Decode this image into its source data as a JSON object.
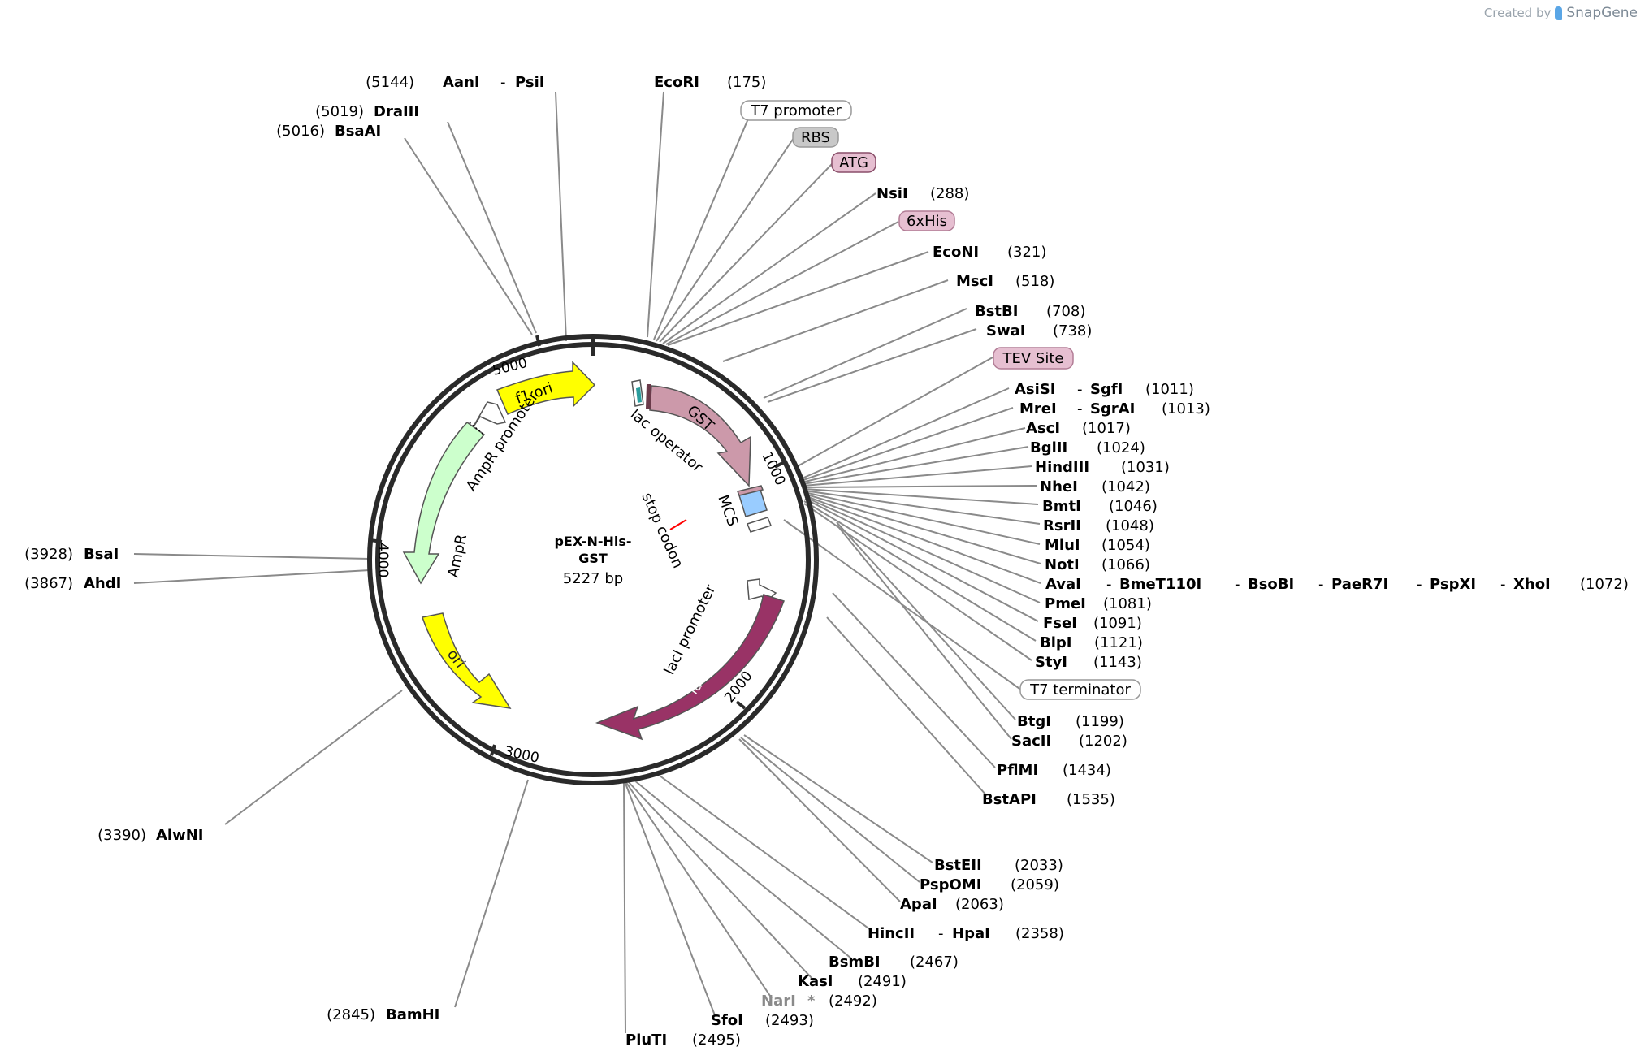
{
  "credit": {
    "prefix": "Created by",
    "brand": "SnapGene"
  },
  "plasmid": {
    "name_line1": "pEX-N-His-",
    "name_line2": "GST",
    "size": "5227 bp"
  },
  "ticks": [
    "1000",
    "2000",
    "3000",
    "4000",
    "5000"
  ],
  "features": {
    "f1ori": "f1 ori",
    "ampr_promoter": "AmpR promoter",
    "ampr": "AmpR",
    "ori": "ori",
    "lac_operator": "lac operator",
    "gst": "GST",
    "mcs": "MCS",
    "stop_codon": "stop codon",
    "laci_promoter": "lacI promoter",
    "laci": "lacI"
  },
  "boxed_labels": {
    "t7_promoter": "T7 promoter",
    "rbs": "RBS",
    "atg": "ATG",
    "his6": "6xHis",
    "tev": "TEV Site",
    "t7_terminator": "T7 terminator"
  },
  "sites": {
    "aani": {
      "pos": "(5144)",
      "name": "AanI",
      "sep": "-",
      "name2": "PsiI"
    },
    "draiii": {
      "pos": "(5019)",
      "name": "DraIII"
    },
    "bsaai": {
      "pos": "(5016)",
      "name": "BsaAI"
    },
    "ecori": {
      "name": "EcoRI",
      "pos": "(175)"
    },
    "nsii": {
      "name": "NsiI",
      "pos": "(288)"
    },
    "econi": {
      "name": "EcoNI",
      "pos": "(321)"
    },
    "msci": {
      "name": "MscI",
      "pos": "(518)"
    },
    "bstbi": {
      "name": "BstBI",
      "pos": "(708)"
    },
    "swai": {
      "name": "SwaI",
      "pos": "(738)"
    },
    "asisi": {
      "name": "AsiSI",
      "sep": "-",
      "name2": "SgfI",
      "pos": "(1011)"
    },
    "mrei": {
      "name": "MreI",
      "sep": "-",
      "name2": "SgrAI",
      "pos": "(1013)"
    },
    "asci": {
      "name": "AscI",
      "pos": "(1017)"
    },
    "bglii": {
      "name": "BglII",
      "pos": "(1024)"
    },
    "hindiii": {
      "name": "HindIII",
      "pos": "(1031)"
    },
    "nhei": {
      "name": "NheI",
      "pos": "(1042)"
    },
    "bmti": {
      "name": "BmtI",
      "pos": "(1046)"
    },
    "rsrii": {
      "name": "RsrII",
      "pos": "(1048)"
    },
    "mlui": {
      "name": "MluI",
      "pos": "(1054)"
    },
    "noti": {
      "name": "NotI",
      "pos": "(1066)"
    },
    "avai": {
      "name": "AvaI",
      "n2": "BmeT110I",
      "n3": "BsoBI",
      "n4": "PaeR7I",
      "n5": "PspXI",
      "n6": "XhoI",
      "sep": "-",
      "pos": "(1072)"
    },
    "pmei": {
      "name": "PmeI",
      "pos": "(1081)"
    },
    "fsei": {
      "name": "FseI",
      "pos": "(1091)"
    },
    "blpi": {
      "name": "BlpI",
      "pos": "(1121)"
    },
    "styi": {
      "name": "StyI",
      "pos": "(1143)"
    },
    "btgi": {
      "name": "BtgI",
      "pos": "(1199)"
    },
    "sacii": {
      "name": "SacII",
      "pos": "(1202)"
    },
    "pflmi": {
      "name": "PflMI",
      "pos": "(1434)"
    },
    "bstapi": {
      "name": "BstAPI",
      "pos": "(1535)"
    },
    "bsteii": {
      "name": "BstEII",
      "pos": "(2033)"
    },
    "pspomi": {
      "name": "PspOMI",
      "pos": "(2059)"
    },
    "apai": {
      "name": "ApaI",
      "pos": "(2063)"
    },
    "hincii": {
      "name": "HincII",
      "sep": "-",
      "name2": "HpaI",
      "pos": "(2358)"
    },
    "bsmbi": {
      "name": "BsmBI",
      "pos": "(2467)"
    },
    "kasi": {
      "name": "KasI",
      "pos": "(2491)"
    },
    "nari": {
      "name": "NarI",
      "star": "*",
      "pos": "(2492)"
    },
    "sfoi": {
      "name": "SfoI",
      "pos": "(2493)"
    },
    "pluti": {
      "name": "PluTI",
      "pos": "(2495)"
    },
    "bsai": {
      "pos": "(3928)",
      "name": "BsaI"
    },
    "ahdi": {
      "pos": "(3867)",
      "name": "AhdI"
    },
    "alwni": {
      "pos": "(3390)",
      "name": "AlwNI"
    },
    "bamhi": {
      "pos": "(2845)",
      "name": "BamHI"
    }
  },
  "colors": {
    "backbone": "#2a2a2a",
    "yellow": "#ffff00",
    "light_green": "#ccffcc",
    "gst_pink": "#cc99aa",
    "laci_purple": "#993366",
    "mcs_blue": "#99ccff",
    "stop_red": "#ff0000",
    "label_pink": "#e6bfd1",
    "rbs_gray": "#c8c8c8"
  }
}
